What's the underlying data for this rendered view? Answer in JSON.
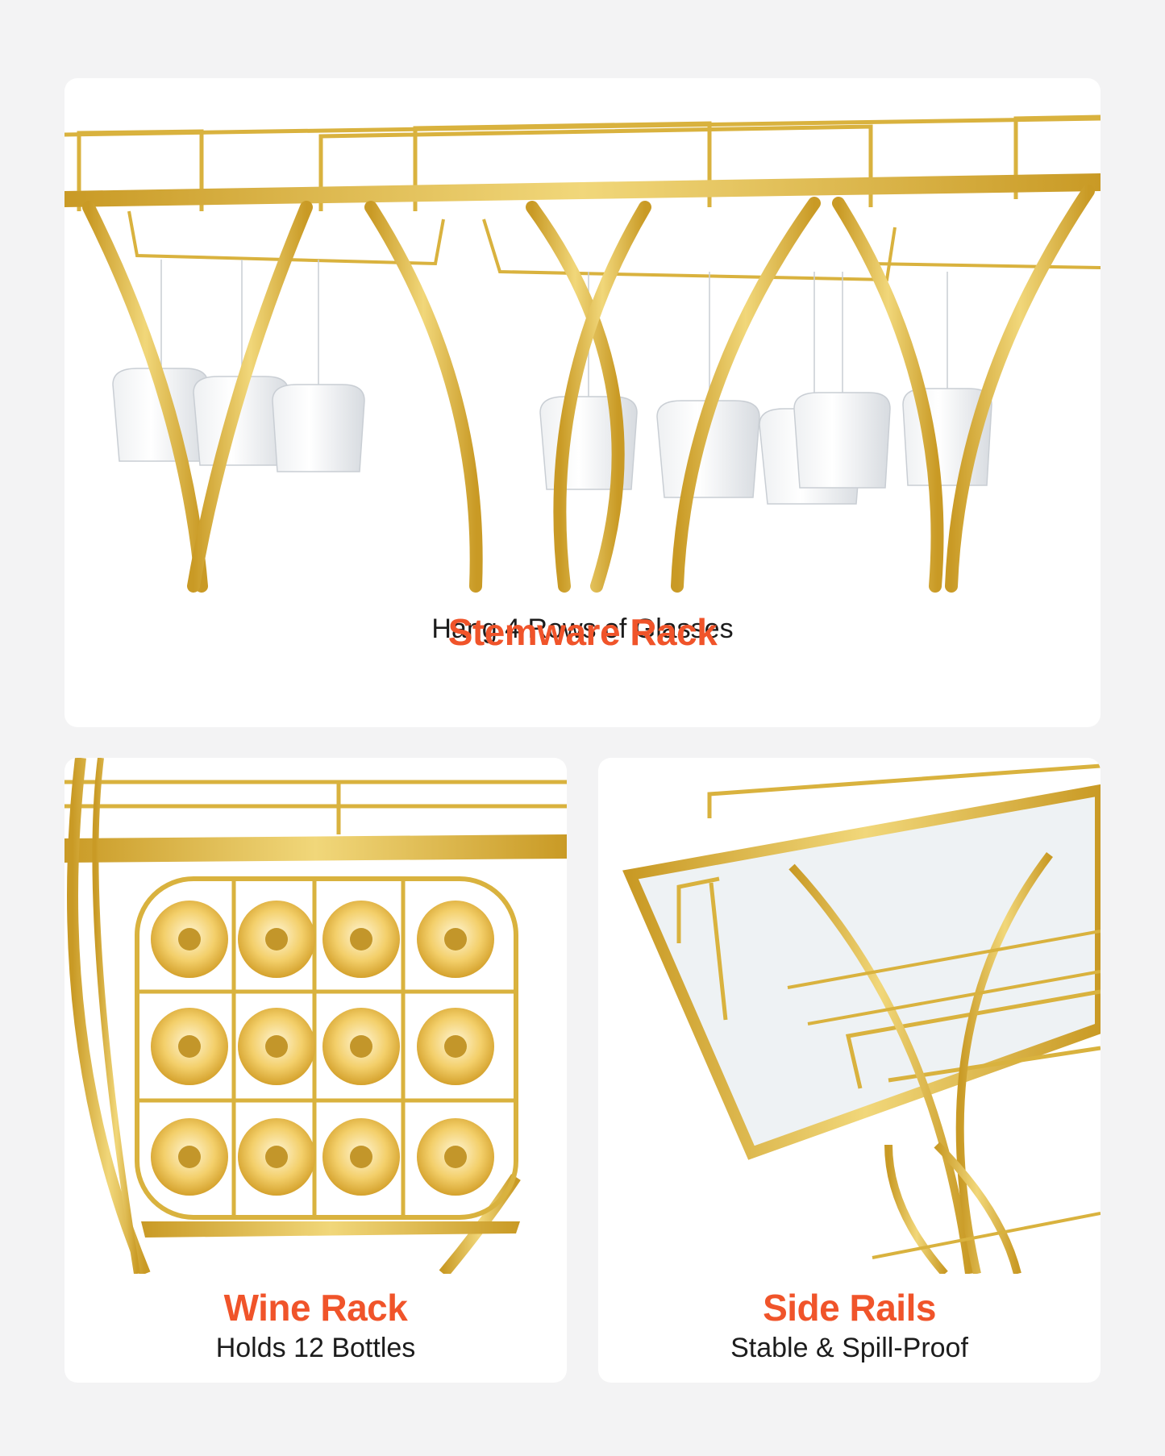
{
  "panels": {
    "stemware": {
      "title": "Stemware Rack",
      "subtitle": "Hang 4 Rows of Glasses"
    },
    "wine": {
      "title": "Wine Rack",
      "subtitle": "Holds 12 Bottles"
    },
    "rails": {
      "title": "Side Rails",
      "subtitle": "Stable & Spill-Proof"
    }
  },
  "colors": {
    "accent": "#f0542a",
    "gold": "#d9b23e",
    "background": "#f3f3f4"
  }
}
